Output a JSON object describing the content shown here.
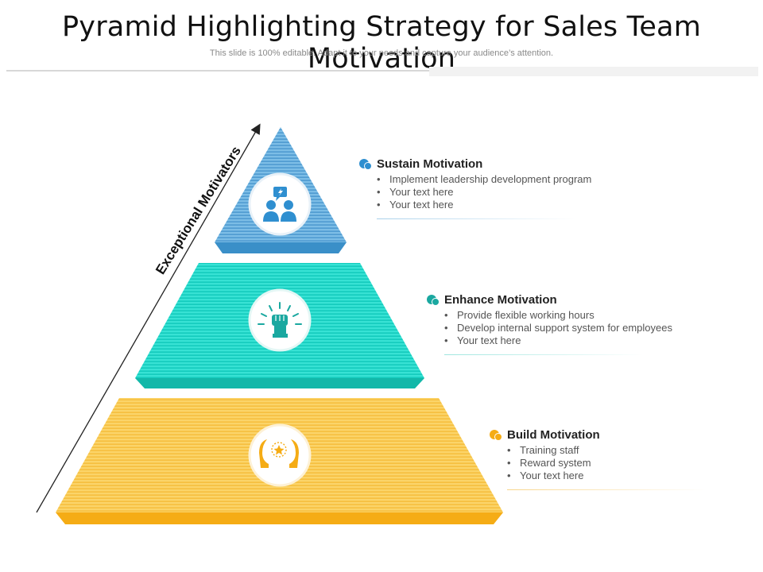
{
  "header": {
    "title": "Pyramid Highlighting Strategy for Sales Team Motivation",
    "subtitle": "This slide is 100% editable. Adapt it to your needs and capture your audience’s attention."
  },
  "axis_label": "Exceptional Motivators",
  "colors": {
    "blue": "#5aa7d9",
    "blue_dark": "#3a8fc8",
    "teal": "#1fd6c8",
    "teal_dark": "#12b8a9",
    "yellow": "#f8c646",
    "yellow_dark": "#f5ac15",
    "bubble_blue": "#2f8fd0",
    "bubble_teal": "#1aa8a0"
  },
  "levels": [
    {
      "title": "Sustain Motivation",
      "icon": "team-chat-icon",
      "bullets": [
        "Implement leadership  development program",
        "Your text here",
        "Your text here"
      ]
    },
    {
      "title": "Enhance Motivation",
      "icon": "raised-fist-icon",
      "bullets": [
        "Provide flexible working hours",
        "Develop internal support system for employees",
        "Your text here"
      ]
    },
    {
      "title": "Build Motivation",
      "icon": "hands-star-icon",
      "bullets": [
        "Training staff",
        "Reward system",
        "Your text here"
      ]
    }
  ]
}
